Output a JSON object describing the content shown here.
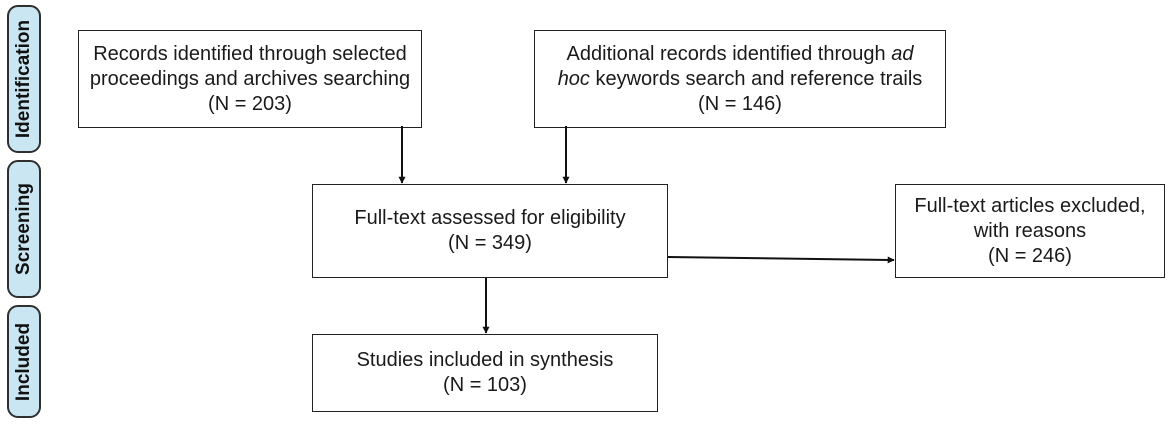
{
  "phases": {
    "identification": "Identification",
    "screening": "Screening",
    "included": "Included"
  },
  "boxes": {
    "identified_selected": {
      "line1": "Records identified through selected",
      "line2": "proceedings and archives searching",
      "count": "(N = 203)"
    },
    "identified_additional": {
      "line1_pre": "Additional records identified through ",
      "line1_em": "ad",
      "line2_em": "hoc",
      "line2_post": " keywords search and reference trails",
      "count": "(N = 146)"
    },
    "full_text": {
      "line1": "Full-text assessed for eligibility",
      "count": "(N = 349)"
    },
    "excluded": {
      "line1": "Full-text articles excluded,",
      "line2": "with reasons",
      "count": "(N = 246)"
    },
    "included": {
      "line1": "Studies included in synthesis",
      "count": "(N = 103)"
    }
  },
  "colors": {
    "phase_fill": "#c9e6f2",
    "stroke": "#222222"
  }
}
